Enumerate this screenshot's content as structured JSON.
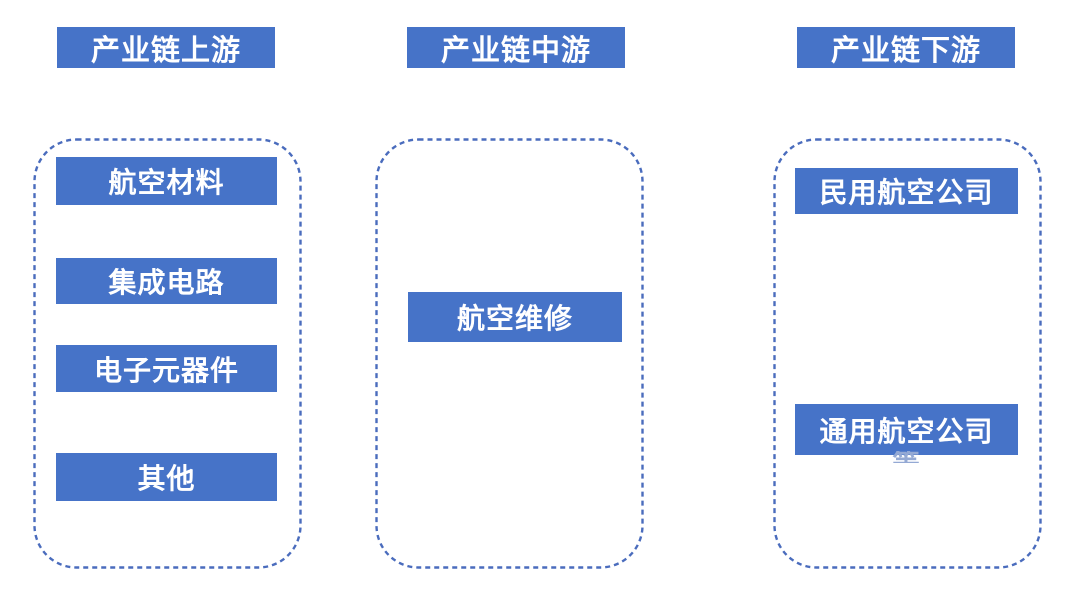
{
  "diagram": {
    "title_semantic": "aviation-maintenance-industry-chain",
    "colors": {
      "box_blue": "#4673C8",
      "dash_border_blue": "#4A6CBD",
      "text_white": "#FFFFFF",
      "background": "#FFFFFF"
    },
    "columns": [
      {
        "id": "upstream",
        "header": "产业链上游",
        "items": [
          {
            "label": "航空材料"
          },
          {
            "label": "集成电路"
          },
          {
            "label": "电子元器件"
          },
          {
            "label": "其他"
          }
        ]
      },
      {
        "id": "midstream",
        "header": "产业链中游",
        "items": [
          {
            "label": "航空维修"
          }
        ]
      },
      {
        "id": "downstream",
        "header": "产业链下游",
        "items": [
          {
            "label": "民用航空公司"
          },
          {
            "label": "通用航空公司",
            "overflow_label": "等"
          }
        ]
      }
    ]
  }
}
